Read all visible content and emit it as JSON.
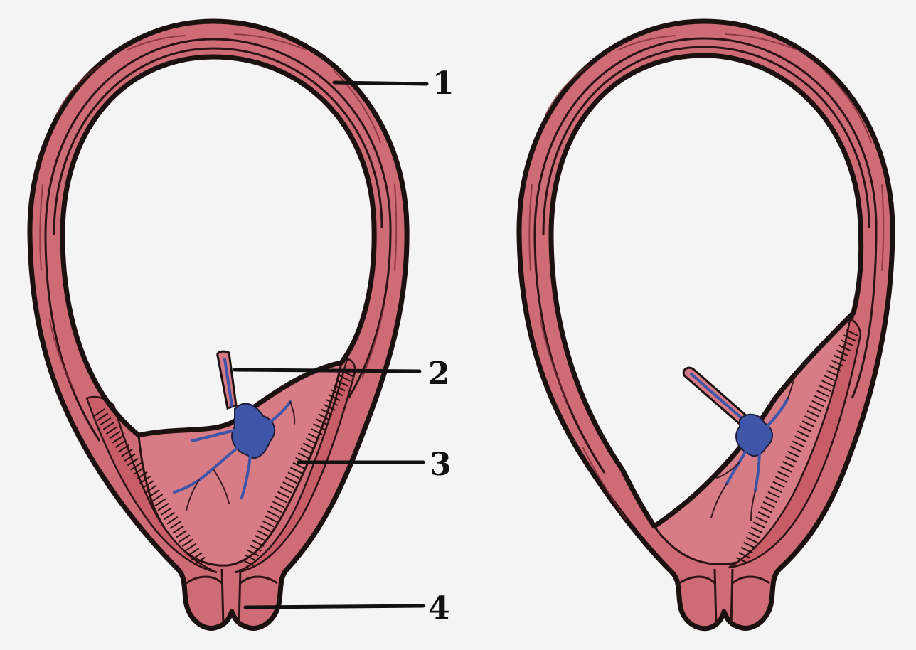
{
  "callouts": [
    {
      "id": "1",
      "text": "1"
    },
    {
      "id": "2",
      "text": "2"
    },
    {
      "id": "3",
      "text": "3"
    },
    {
      "id": "4",
      "text": "4"
    }
  ],
  "colors": {
    "background": "#f4f4f4",
    "uterine_wall": "#cf6b74",
    "placenta": "#d77c84",
    "vessels": "#3f55a8",
    "outline": "#1b1111"
  }
}
